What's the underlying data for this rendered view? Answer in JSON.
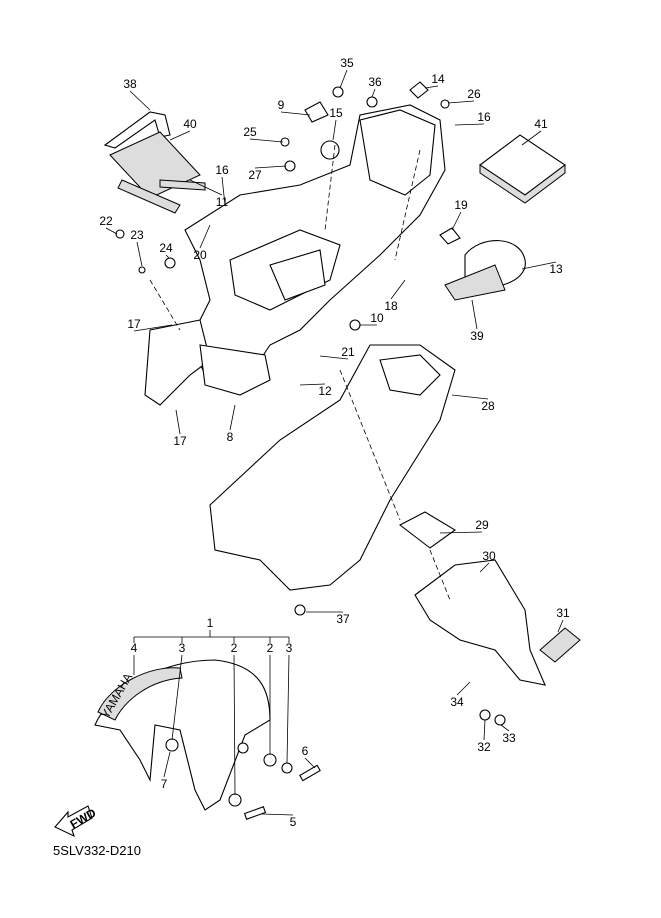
{
  "diagram": {
    "drawing_code": "5SLV332-D210",
    "fwd_label": "FWD",
    "brand_label": "YAMAHA",
    "callouts": [
      "38",
      "40",
      "11",
      "35",
      "36",
      "14",
      "26",
      "16",
      "9",
      "15",
      "25",
      "27",
      "41",
      "16",
      "20",
      "22",
      "23",
      "24",
      "19",
      "13",
      "39",
      "18",
      "10",
      "17",
      "21",
      "12",
      "28",
      "17",
      "8",
      "29",
      "30",
      "37",
      "31",
      "34",
      "32",
      "33",
      "1",
      "4",
      "3",
      "2",
      "2",
      "3",
      "7",
      "6",
      "5"
    ]
  }
}
